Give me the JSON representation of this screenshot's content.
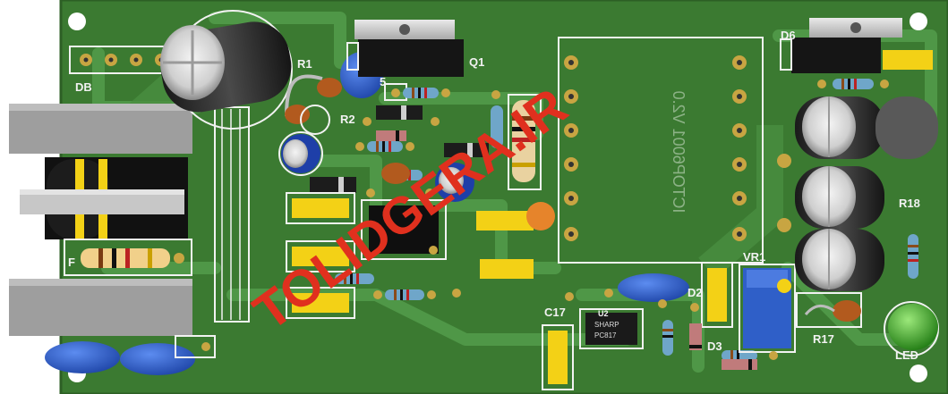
{
  "labels": {
    "db": "DB",
    "r1": "R1",
    "r2": "R2",
    "c5": "5",
    "q1": "Q1",
    "d6": "D6",
    "f": "F",
    "c17": "C17",
    "u2": "U2",
    "optocoupler_line1": "SHARP",
    "optocoupler_line2": "PC817",
    "d2": "D2",
    "d3": "D3",
    "vr1": "VR1",
    "r18": "R18",
    "r17": "R17",
    "led": "LED",
    "module_silk": "ICTOP6001 V2.0"
  },
  "watermark": {
    "text": "TOLIDGERA.IR",
    "color": "#e0301e"
  },
  "colors": {
    "board": "#3f7f34",
    "trace": "#4e9544",
    "pad": "#c8a542",
    "silk": "#f2f2f2",
    "yellow_cap": "#f3d116",
    "blue_cap": "#2f5fc8"
  }
}
